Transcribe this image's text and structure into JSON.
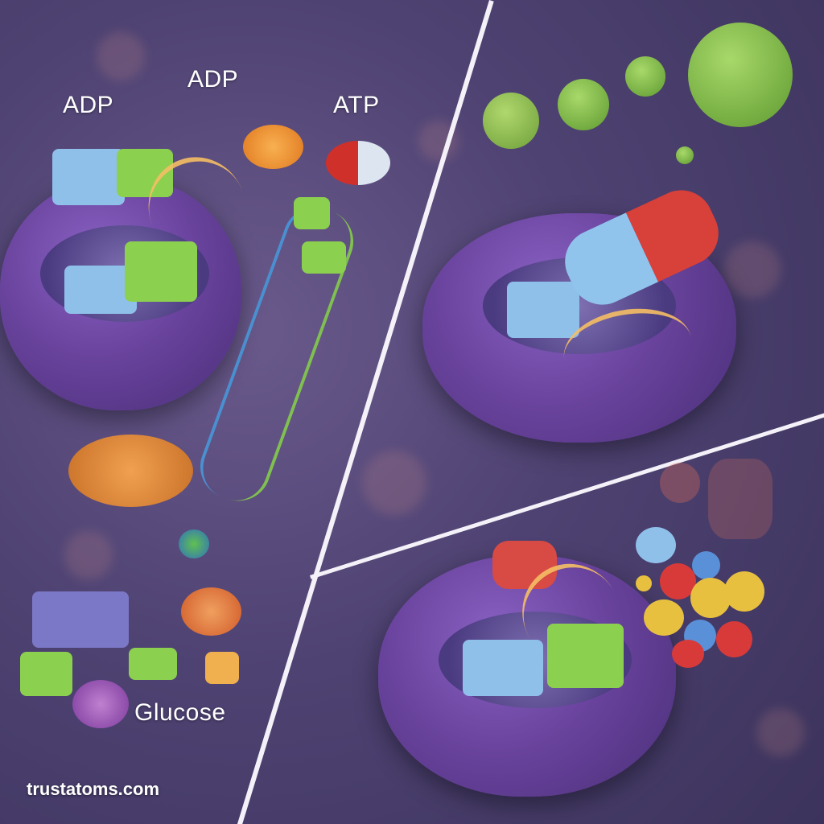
{
  "labels": {
    "adp_left": "ADP",
    "adp_top": "ADP",
    "atp": "ATP",
    "glucose": "Glucose"
  },
  "watermark": "trustatoms.com",
  "colors": {
    "background": "#4e4272",
    "cell": "#6a449e",
    "puzzle_blue": "#8fc0ea",
    "puzzle_green": "#8cd050",
    "pill_red": "#d8403a",
    "pill_blue": "#90c4ec",
    "virus_green": "#7cb842",
    "divider": "#f4f1f8"
  }
}
